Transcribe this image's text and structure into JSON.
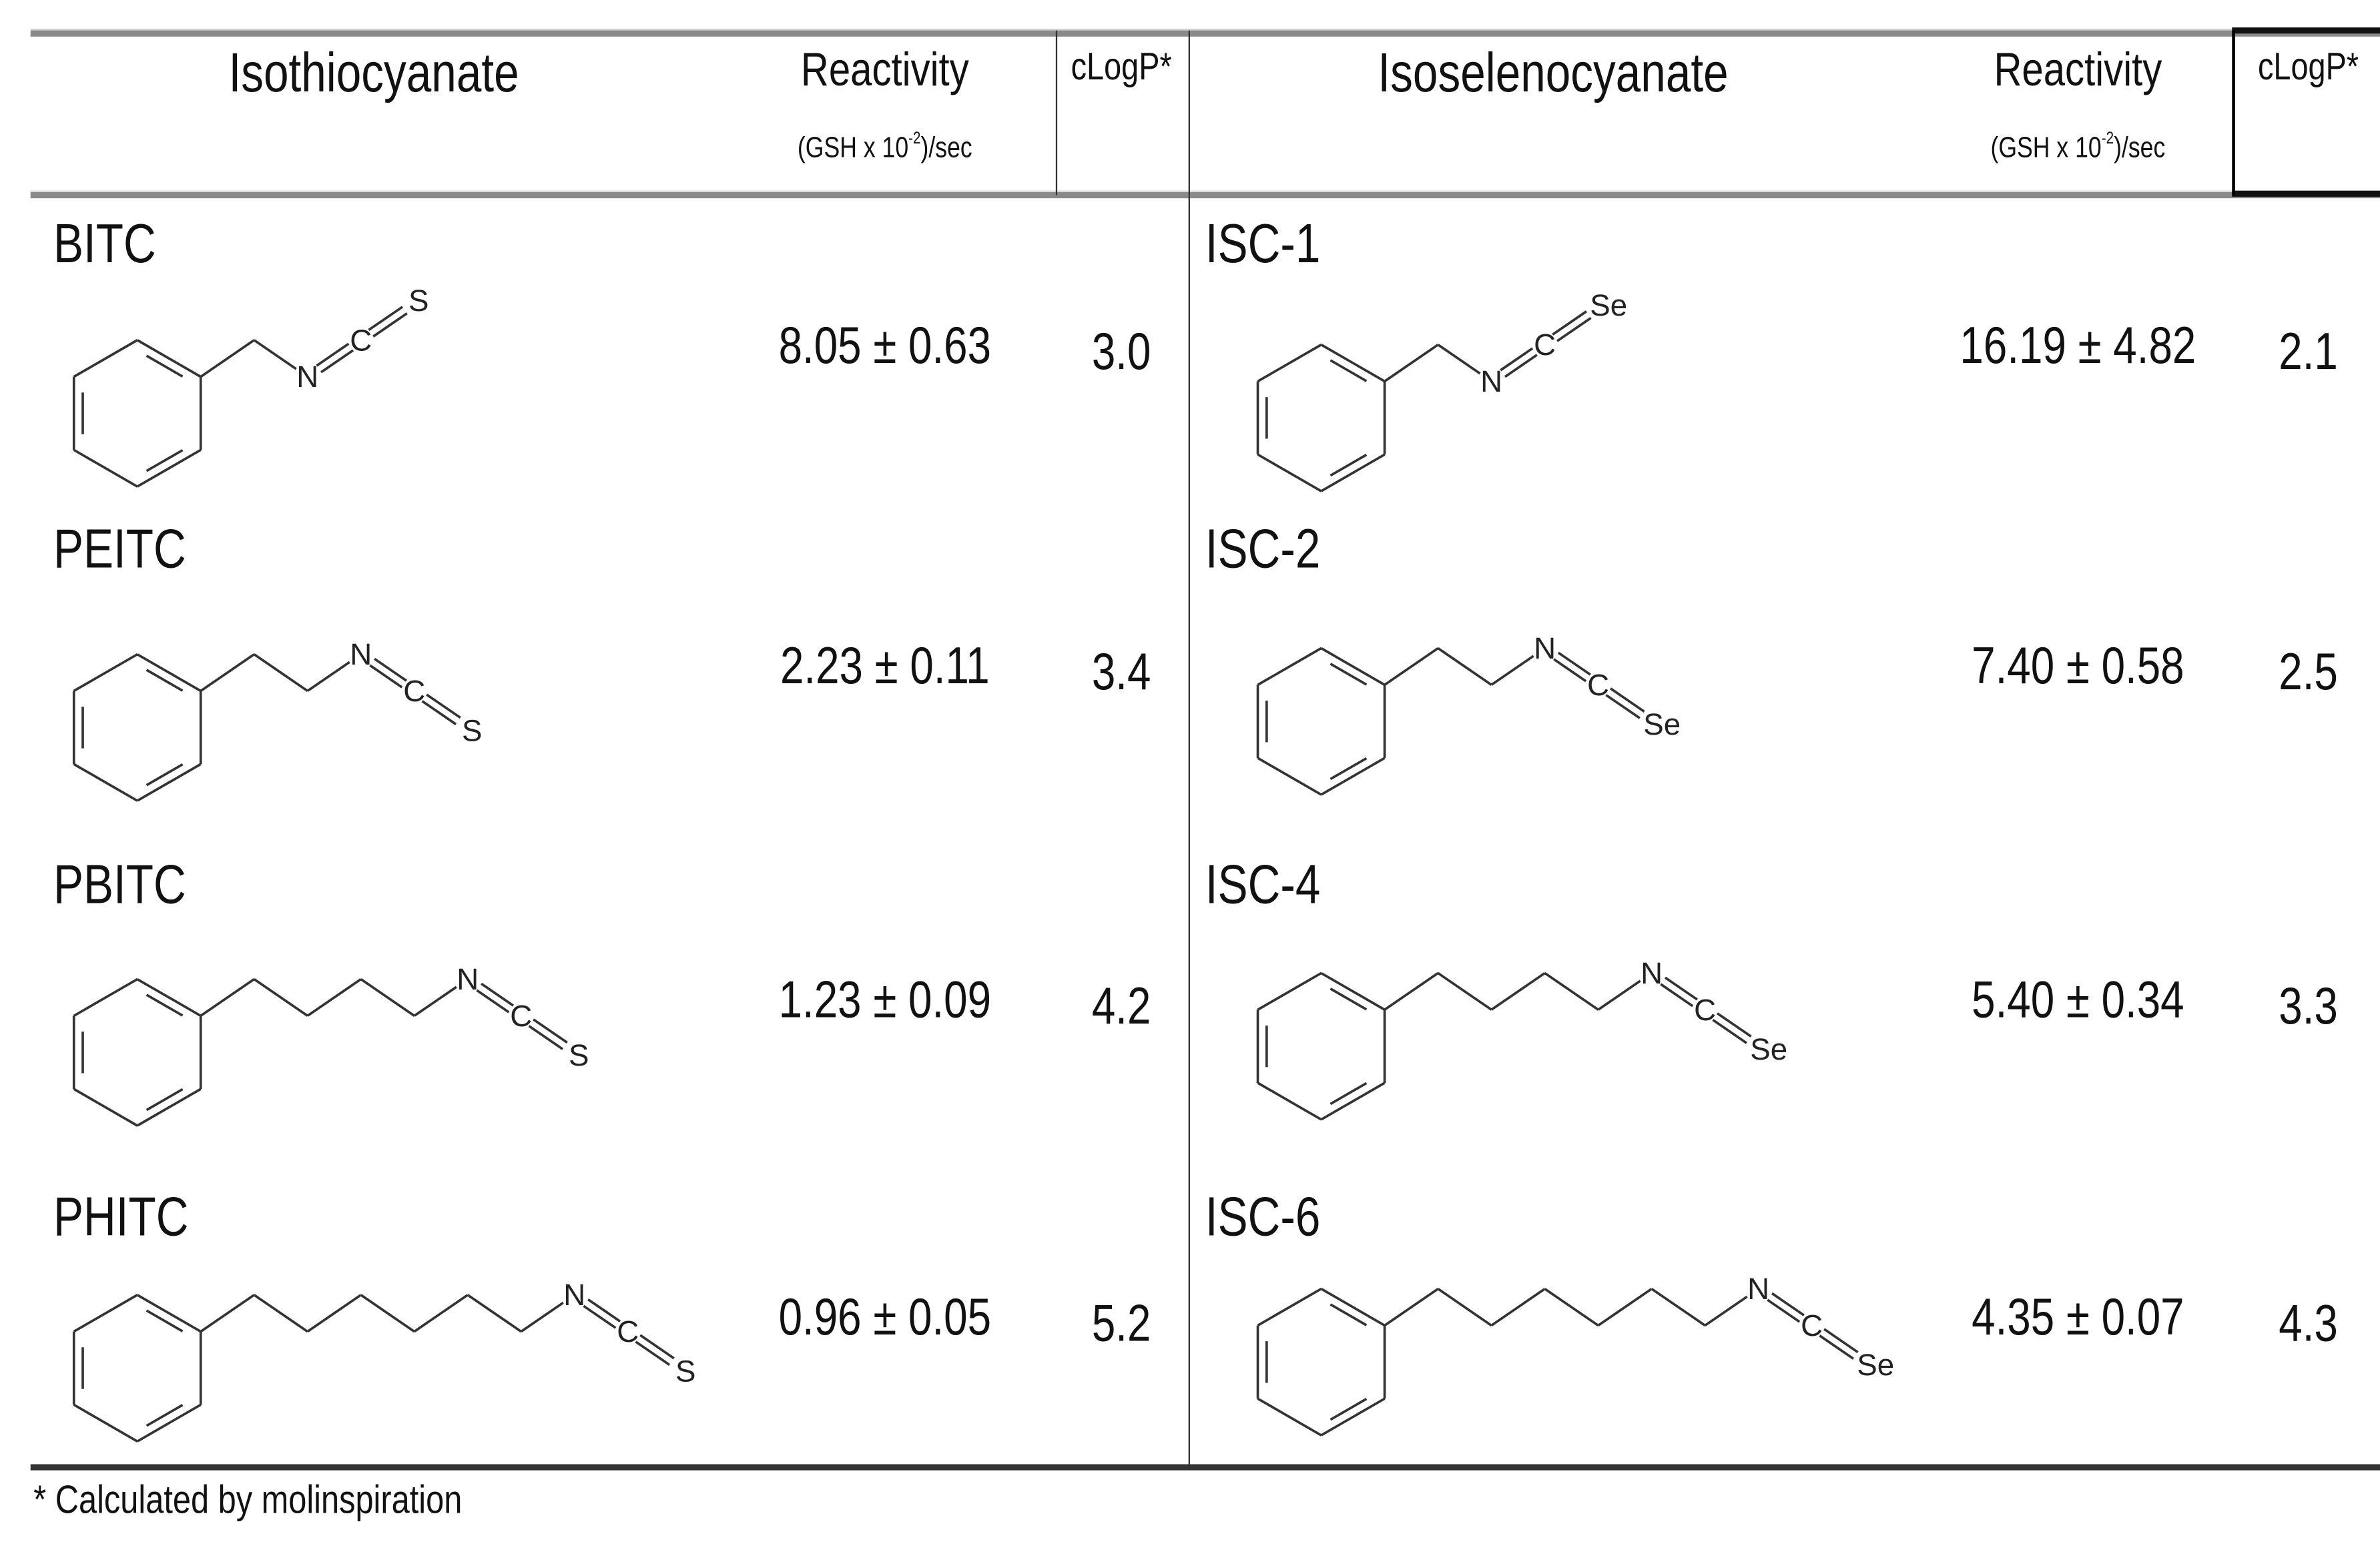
{
  "header": {
    "left_title": "Isothiocyanate",
    "right_title": "Isoselenocyanate",
    "reactivity": "Reactivity",
    "units_pre": "(GSH x 10",
    "units_sup": "-2",
    "units_post": ")/sec",
    "clogp": "cLogP*"
  },
  "left_rows": [
    {
      "name": "BITC",
      "reactivity": "8.05 ± 0.63",
      "clogp": "3.0",
      "atoms": [
        "N",
        "C",
        "S"
      ]
    },
    {
      "name": "PEITC",
      "reactivity": "2.23 ± 0.11",
      "clogp": "3.4",
      "atoms": [
        "N",
        "C",
        "S"
      ]
    },
    {
      "name": "PBITC",
      "reactivity": "1.23 ± 0.09",
      "clogp": "4.2",
      "atoms": [
        "N",
        "C",
        "S"
      ]
    },
    {
      "name": "PHITC",
      "reactivity": "0.96 ± 0.05",
      "clogp": "5.2",
      "atoms": [
        "N",
        "C",
        "S"
      ]
    }
  ],
  "right_rows": [
    {
      "name": "ISC-1",
      "reactivity": "16.19 ± 4.82",
      "clogp": "2.1",
      "atoms": [
        "N",
        "C",
        "Se"
      ]
    },
    {
      "name": "ISC-2",
      "reactivity": "7.40 ± 0.58",
      "clogp": "2.5",
      "atoms": [
        "N",
        "C",
        "Se"
      ]
    },
    {
      "name": "ISC-4",
      "reactivity": "5.40 ± 0.34",
      "clogp": "3.3",
      "atoms": [
        "N",
        "C",
        "Se"
      ]
    },
    {
      "name": "ISC-6",
      "reactivity": "4.35 ± 0.07",
      "clogp": "4.3",
      "atoms": [
        "N",
        "C",
        "Se"
      ]
    }
  ],
  "footnote": "* Calculated by molinspiration"
}
